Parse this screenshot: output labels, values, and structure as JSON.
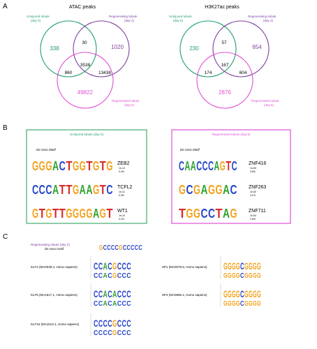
{
  "panel_a": {
    "letter": "A",
    "atac": {
      "title": "ATAC peaks",
      "labels": {
        "uninjured": [
          "Uninjured tubule",
          "(day 0)"
        ],
        "regenerating": [
          "Regenerating tubule",
          "(day 2)"
        ],
        "regenerated": [
          "Regenerated tubule",
          "(day 5)"
        ]
      },
      "counts": {
        "uninjured_only": "338",
        "uninjured_regenerating": "30",
        "regenerating_only": "1020",
        "all_three": "3538",
        "uninjured_regenerated": "860",
        "regenerating_regenerated": "13438",
        "regenerated_only": "49822"
      }
    },
    "h3k27ac": {
      "title": "H3K27ac peaks",
      "labels": {
        "uninjured": [
          "Uninjured tubule",
          "(day 0)"
        ],
        "regenerating": [
          "Regenerating tubule",
          "(day 2)"
        ],
        "regenerated": [
          "Regenerated tubule",
          "(day 5)"
        ]
      },
      "counts": {
        "uninjured_only": "230",
        "uninjured_regenerating": "57",
        "regenerating_only": "654",
        "all_three": "167",
        "uninjured_regenerated": "174",
        "regenerating_regenerated": "604",
        "regenerated_only": "2876"
      }
    }
  },
  "panel_b": {
    "letter": "B",
    "left_box": {
      "title": "Uninjured tubule (day 0)",
      "subtitle": "De novo Motif",
      "motifs": [
        {
          "seq": "GGGACTGGTGTG",
          "tf": "ZEB2",
          "p1": "1e-12",
          "p2": "0.4%"
        },
        {
          "seq": "CCCATTGAAGTC",
          "tf": "TCFL2",
          "p1": "1e-11",
          "p2": "0.3%"
        },
        {
          "seq": "GTGTTGGGGAGT",
          "tf": "WT1",
          "p1": "1e-10",
          "p2": "0.2%"
        }
      ]
    },
    "right_box": {
      "title": "Regenerated tubule (day 5)",
      "subtitle": "De novo Motif",
      "motifs": [
        {
          "seq": "CAACCCAGTC",
          "tf": "ZNF416",
          "p1": "1e-65",
          "p2": "3.8%"
        },
        {
          "seq": "GCGAGGAC",
          "tf": "ZNF263",
          "p1": "1e-60",
          "p2": "4.1%"
        },
        {
          "seq": "TGGCCTAG",
          "tf": "ZNF711",
          "p1": "1e-54",
          "p2": "2.6%"
        }
      ]
    }
  },
  "panel_c": {
    "letter": "C",
    "header": [
      "Regenerating tubule (day 2)",
      "de novo motif"
    ],
    "header_logo": "GCCCCGCCCCC",
    "matches": [
      {
        "label": "KLF4 (MA0039.4, Homo sapiens)"
      },
      {
        "label": "KLF6 (MA1517.1, Homo sapiens)"
      },
      {
        "label": "KLF15 (MA1513.1, Homo sapiens)"
      },
      {
        "label": "SP1 (MA0079.5, Homo sapiens)"
      },
      {
        "label": "SP4 (MA0685.1, Homo sapiens)"
      }
    ]
  },
  "colors": {
    "uninjured": "#1e9e6a",
    "regenerating": "#7e3fa0",
    "regenerated": "#e04fd4",
    "A": "#2da12d",
    "C": "#2846c8",
    "G": "#f2a21c",
    "T": "#d82a2a"
  }
}
